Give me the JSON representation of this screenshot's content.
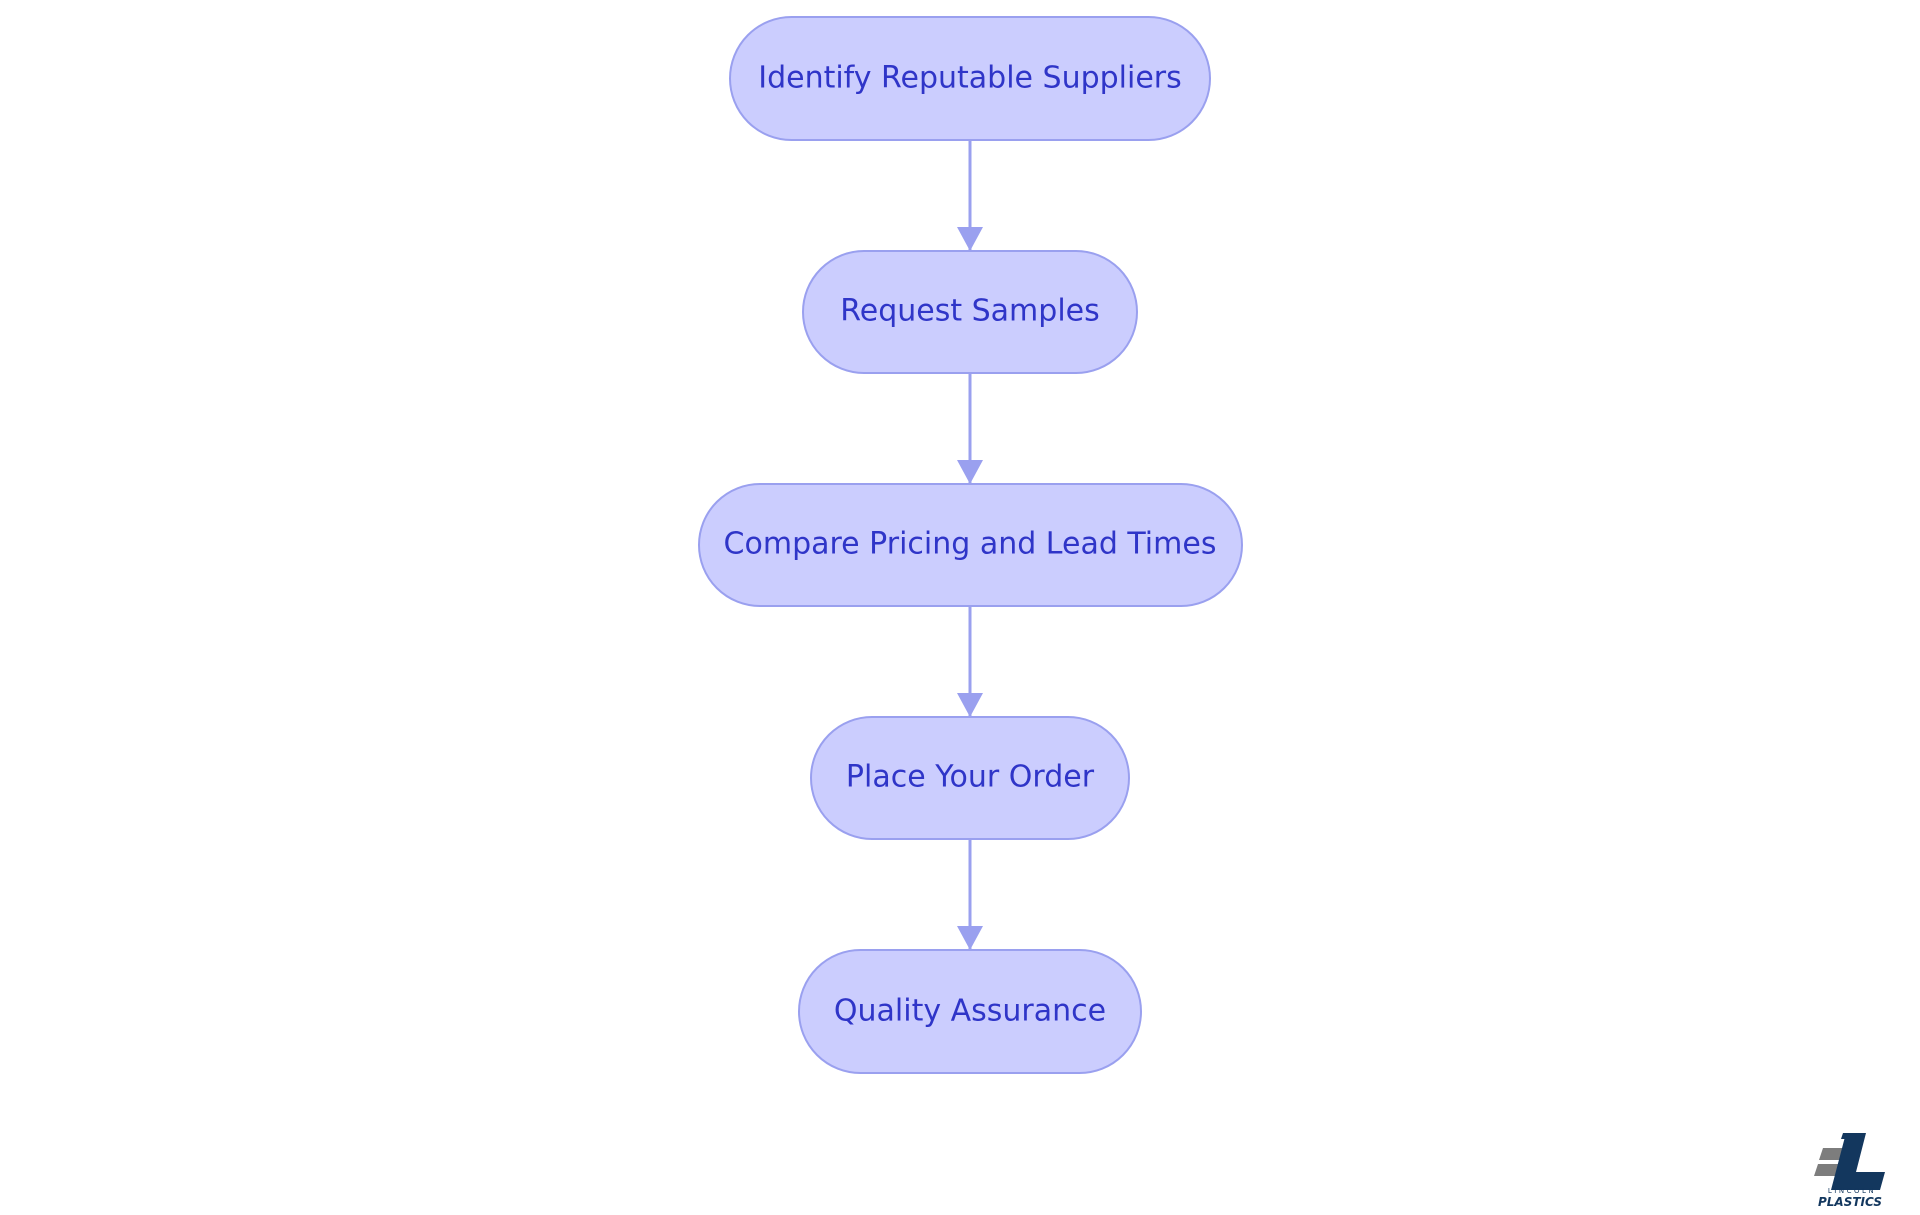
{
  "diagram": {
    "type": "flowchart",
    "direction": "top-to-bottom",
    "colors": {
      "node_fill": "#cbcdfe",
      "node_stroke": "#9aa0ef",
      "node_text": "#2f35c8",
      "edge": "#9aa0ef"
    },
    "nodes": [
      {
        "id": "n1",
        "label": "Identify Reputable Suppliers"
      },
      {
        "id": "n2",
        "label": "Request Samples"
      },
      {
        "id": "n3",
        "label": "Compare Pricing and Lead Times"
      },
      {
        "id": "n4",
        "label": "Place Your Order"
      },
      {
        "id": "n5",
        "label": "Quality Assurance"
      }
    ],
    "edges": [
      {
        "from": "n1",
        "to": "n2"
      },
      {
        "from": "n2",
        "to": "n3"
      },
      {
        "from": "n3",
        "to": "n4"
      },
      {
        "from": "n4",
        "to": "n5"
      }
    ]
  },
  "logo": {
    "icon": "lincoln-plastics-logo-icon",
    "line1": "LINCOLN",
    "line2": "PLASTICS",
    "colors": {
      "primary": "#13375e",
      "secondary": "#7d7d7d"
    }
  }
}
